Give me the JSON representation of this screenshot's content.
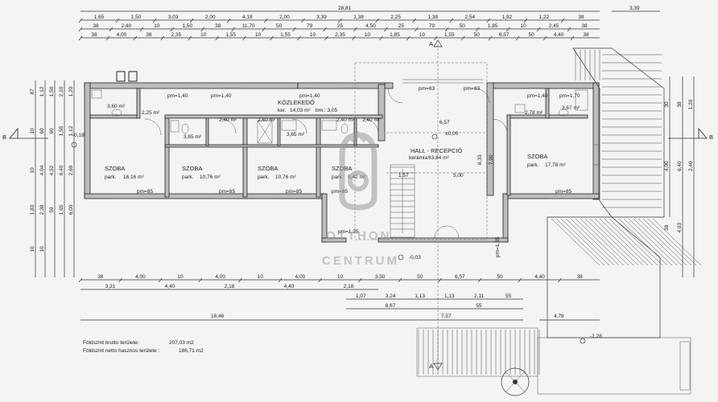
{
  "dimensions": {
    "total_top": "28,81",
    "row1": [
      "1,65",
      "1,50",
      "3,03",
      "2,00",
      "4,18",
      "2,00",
      "3,39",
      "1,38",
      "2,25",
      "1,38",
      "2,54",
      "1,92",
      "1,22",
      "38"
    ],
    "row1_right": "3,39",
    "row2": [
      "38",
      "2,40",
      "10",
      "1,50",
      "38",
      "11,70",
      "50",
      "79",
      "25",
      "4,50",
      "25",
      "79",
      "50",
      "1,85",
      "10",
      "2,45",
      "38"
    ],
    "row3": [
      "38",
      "4,00",
      "38",
      "2,35",
      "10",
      "1,55",
      "10",
      "1,55",
      "10",
      "2,35",
      "10",
      "1,85",
      "10",
      "1,55",
      "50",
      "6,57",
      "50",
      "4,40",
      "38"
    ],
    "left_vertical": [
      "87",
      "1,12",
      "1,50",
      "2,10",
      "1,20",
      "10",
      "60",
      "90",
      "1,55",
      "1,12",
      "10",
      "4,04",
      "4,52",
      "6,40",
      "2,69",
      "1,83",
      "2,38",
      "59",
      "1,65",
      "6,00",
      "10",
      "10"
    ],
    "right_vertical": [
      "30",
      "38",
      "1,20",
      "4,00",
      "6,40",
      "2,40",
      "38",
      "4,03"
    ],
    "bottom_row1": [
      "38",
      "4,00",
      "10",
      "4,00",
      "10",
      "4,00",
      "10",
      "3,50",
      "50",
      "6,57",
      "50",
      "4,40",
      "38"
    ],
    "bottom_row2": [
      "3,31",
      "4,40",
      "2,18",
      "4,40",
      "2,18"
    ],
    "bottom_row3": [
      "1,07",
      "3,24",
      "1,13",
      "1,13",
      "2,11",
      "55"
    ],
    "bottom_row4": [
      "8,67",
      "55"
    ],
    "bottom_total": "16,46",
    "bottom_stair": "7,57",
    "bottom_stair_right": "4,78"
  },
  "rooms": [
    {
      "name": "SZOBA",
      "floor": "park.",
      "area": "16,16 m²"
    },
    {
      "name": "SZOBA",
      "floor": "park.",
      "area": "10,76 m²"
    },
    {
      "name": "SZOBA",
      "floor": "park.",
      "area": "10,76 m²"
    },
    {
      "name": "SZOBA",
      "floor": "park.",
      "area": "9,42 m²"
    },
    {
      "name": "SZOBA",
      "floor": "park.",
      "area": "17,78 m²"
    },
    {
      "name": "KÖZLEKEDŐ",
      "floor": "ker.",
      "area": "14,03 m²",
      "bm": "bm.: 3,05"
    },
    {
      "name": "HALL - RECEPCIÓ",
      "floor": "kerámia",
      "area": "63,84 m²"
    }
  ],
  "small_areas": [
    "3,60 m²",
    "2,25 m²",
    "3,65 m²",
    "2,40 m²",
    "3,65 m²",
    "2,40 m²",
    "2,40 m²",
    "2,40 m²",
    "2,78 m²",
    "3,67 m²"
  ],
  "levels": {
    "plus_zero": "±0,00",
    "minus_018": "-0,18",
    "minus_003": "-0,03",
    "minus_228": "-2,28"
  },
  "labels": {
    "section_a_top": "A",
    "section_a_bottom": "A",
    "section_b_left": "B",
    "section_b_right": "B"
  },
  "pm_labels": [
    "pm=1,40",
    "pm=1,40",
    "pm=1,40",
    "pm=1,40",
    "pm=1,70",
    "pm=83",
    "pm=83",
    "pm=85",
    "pm=85",
    "pm=85",
    "pm=85",
    "pm=1,35",
    "pm=85",
    "pm=1,35"
  ],
  "hall_dims": {
    "w": "6,57",
    "h": "8,33",
    "w2": "5,00",
    "h2": "7,90",
    "s": "1,57"
  },
  "notes": {
    "gross_label": "Földszint  brutto területe:",
    "gross_value": "207,03 m2",
    "net_label": "Földszint netto hasznos  területe :",
    "net_value": "186,71 m2"
  },
  "watermark": {
    "line1": "OTTHON",
    "line2": "CENTRUM"
  },
  "colors": {
    "wall": "#bdbdbd",
    "line": "#333333",
    "paper": "#f4f4f2",
    "watermark": "#9a9a9a"
  }
}
